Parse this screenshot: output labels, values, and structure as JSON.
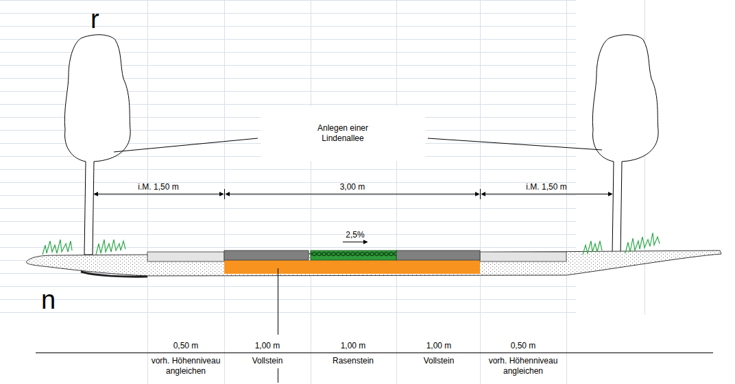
{
  "diagram": {
    "labels": [
      "r",
      "n",
      "Anlegen einer Lindenallee",
      "i.M. 1,50 m",
      "3,00 m",
      "i.M. 1,50 m",
      "2,5%",
      "0,50 m",
      "1,00 m",
      "1,00 m",
      "1,00 m",
      "0,50 m",
      "vorh. Höhenniveau angleichen",
      "Vollstein",
      "Rasenstein",
      "Vollstein",
      "vorh. Höhenniveau angleichen"
    ]
  }
}
